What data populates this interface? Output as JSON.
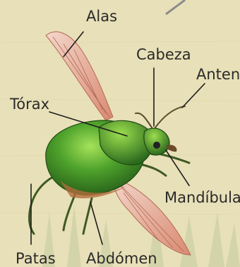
{
  "labels": {
    "wings": "Alas",
    "head": "Cabeza",
    "antenna": "Antena",
    "thorax": "Tórax",
    "mandible": "Mandíbula",
    "legs": "Patas",
    "abdomen": "Abdómen"
  },
  "colors": {
    "paper": "#e8e0b8",
    "beetle_green": "#4fa32c",
    "beetle_dark": "#2f6b1f",
    "wing": "#e7b2a0",
    "line": "#1e1e1e"
  }
}
